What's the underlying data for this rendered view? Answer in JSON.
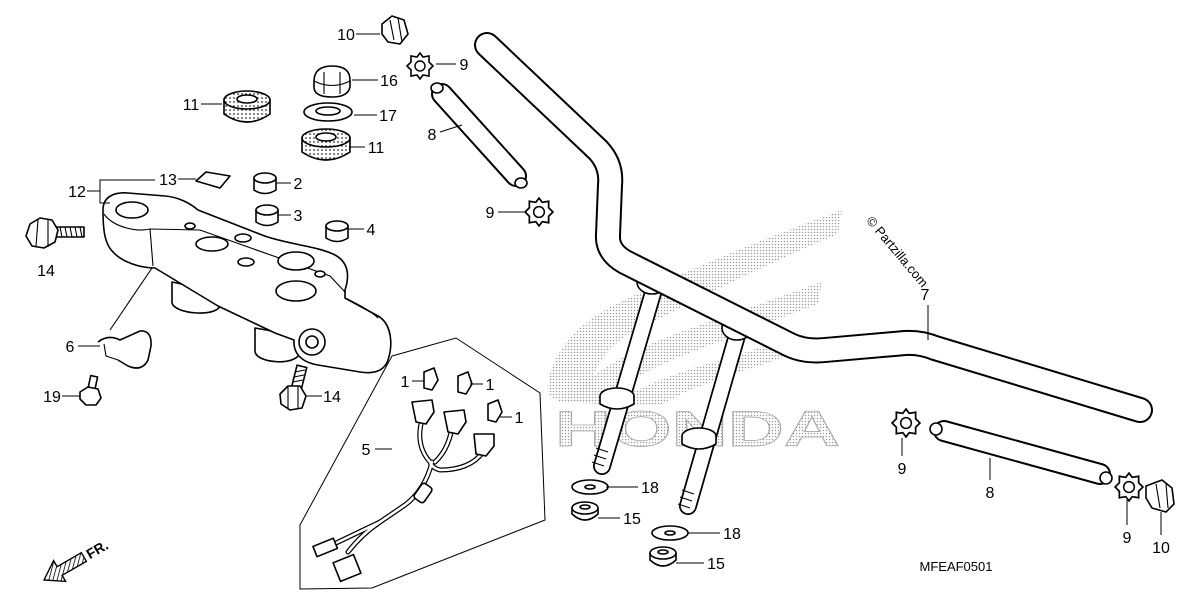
{
  "diagram": {
    "callouts": [
      "10",
      "9",
      "16",
      "11",
      "17",
      "11",
      "8",
      "13",
      "12",
      "2",
      "3",
      "4",
      "14",
      "9",
      "6",
      "19",
      "14",
      "1",
      "1",
      "1",
      "5",
      "18",
      "15",
      "18",
      "15",
      "7",
      "9",
      "8",
      "9",
      "10"
    ],
    "watermark_brand": "HONDA",
    "copyright": "© Partzilla.com",
    "figure_code": "MFEAF0501",
    "direction_label": "FR."
  },
  "colors": {
    "line": "#000000",
    "watermark": "#9a9a9a",
    "background": "#ffffff"
  }
}
